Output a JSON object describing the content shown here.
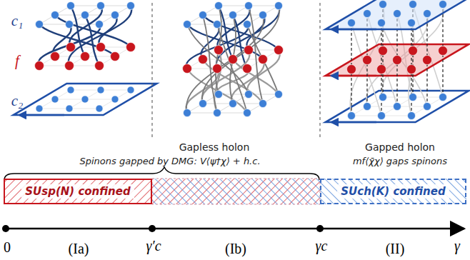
{
  "diagram": {
    "nodes": [
      {
        "text": [
          "SUsp(N) confined"
        ]
      },
      {
        "text": [
          "SUch(K) confined"
        ]
      }
    ],
    "labels": [
      "c₁",
      "f",
      "c₂",
      "Gapless holon",
      "Spinons gapped by DMG: V⟨ψ†χ⟩ + h.c.",
      "Gapped holon",
      "mf⟨χ̄χ⟩ gaps spinons",
      "0",
      "γ′c",
      "γc",
      "γ",
      "(Ia)",
      "(Ib)",
      "(II)"
    ]
  }
}
